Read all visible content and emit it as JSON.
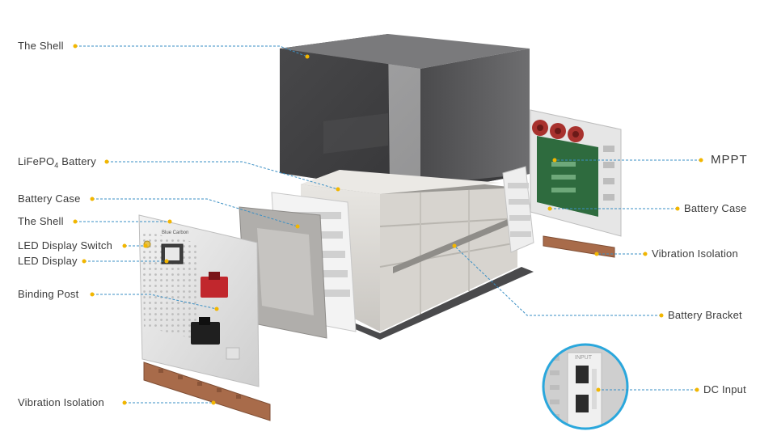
{
  "labels": {
    "shell_top": "The Shell",
    "lifepo4_prefix": "LiFePO",
    "lifepo4_sub": "4",
    "lifepo4_suffix": " Battery",
    "battery_case_left": "Battery Case",
    "shell_left": "The Shell",
    "led_switch": "LED Display Switch",
    "led_display": "LED Display",
    "binding_post": "Binding Post",
    "vibration_left": "Vibration Isolation",
    "mppt": "MPPT",
    "battery_case_right": "Battery Case",
    "vibration_right": "Vibration Isolation",
    "battery_bracket": "Battery Bracket",
    "dc_input": "DC Input"
  },
  "panel_brand": "Blue Carbon",
  "inset_text": "INPUT",
  "colors": {
    "leader_line": "#3a8fc4",
    "dot": "#f2b600",
    "inset_ring": "#2aa7dc",
    "isolation_pad": "#a86b4a",
    "pcb": "#2e6b3e",
    "terminal_red": "#c1272d"
  }
}
